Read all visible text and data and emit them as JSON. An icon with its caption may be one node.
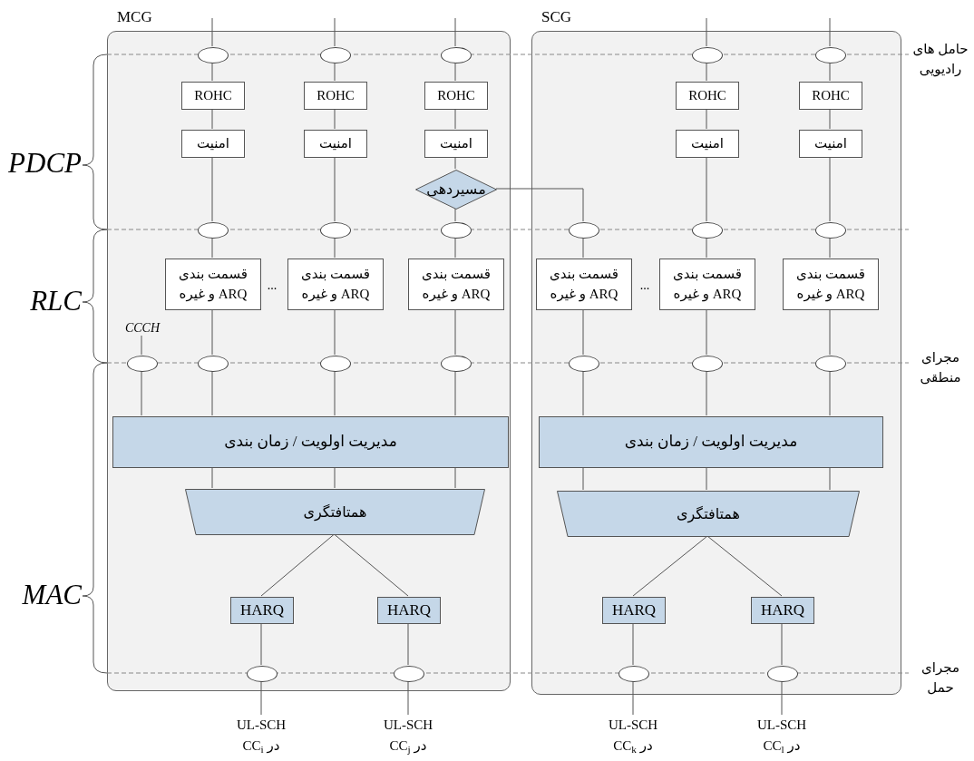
{
  "diagram": {
    "nodes": [
      {
        "text": [
          "MCG"
        ]
      },
      {
        "text": [
          "SCG"
        ]
      },
      {
        "text": [],
        "shape": "ellipse",
        "in": 0
      },
      {
        "text": [
          "ROHC"
        ],
        "in": 0
      },
      {
        "text": [
          "امنیت"
        ],
        "in": 0
      },
      {
        "text": [],
        "shape": "ellipse",
        "in": 0
      },
      {
        "text": [
          "قسمت بندی ARQ و غیره"
        ],
        "in": 0
      },
      {
        "text": [],
        "shape": "ellipse",
        "in": 0
      },
      {
        "text": [],
        "shape": "ellipse",
        "in": 0
      },
      {
        "text": [
          "ROHC"
        ],
        "in": 0
      },
      {
        "text": [
          "امنیت"
        ],
        "in": 0
      },
      {
        "text": [],
        "shape": "ellipse",
        "in": 0
      },
      {
        "text": [
          "قسمت بندی ARQ و غیره"
        ],
        "in": 0
      },
      {
        "text": [],
        "shape": "ellipse",
        "in": 0
      },
      {
        "text": [],
        "shape": "ellipse",
        "in": 0
      },
      {
        "text": [
          "ROHC"
        ],
        "in": 0
      },
      {
        "text": [
          "امنیت"
        ],
        "in": 0
      },
      {
        "text": [
          "مسیردهی"
        ],
        "in": 0
      },
      {
        "text": [],
        "shape": "ellipse",
        "in": 0
      },
      {
        "text": [
          "قسمت بندی ARQ و غیره"
        ],
        "in": 0
      },
      {
        "text": [],
        "shape": "ellipse",
        "in": 0
      },
      {
        "text": [
          "CCCH"
        ],
        "in": 0
      },
      {
        "text": [],
        "shape": "ellipse",
        "in": 0
      },
      {
        "text": [
          "مدیریت اولویت / زمان بندی"
        ],
        "in": 0
      },
      {
        "text": [
          "همتافتگری"
        ],
        "in": 0
      },
      {
        "text": [
          "HARQ"
        ],
        "in": 0
      },
      {
        "text": [
          "HARQ"
        ],
        "in": 0
      },
      {
        "text": [],
        "shape": "ellipse",
        "in": 0
      },
      {
        "text": [],
        "shape": "ellipse",
        "in": 0
      },
      {
        "text": [],
        "shape": "ellipse",
        "in": 1
      },
      {
        "text": [
          "قسمت بندی ARQ و غیره"
        ],
        "in": 1
      },
      {
        "text": [],
        "shape": "ellipse",
        "in": 1
      },
      {
        "text": [],
        "shape": "ellipse",
        "in": 1
      },
      {
        "text": [
          "ROHC"
        ],
        "in": 1
      },
      {
        "text": [
          "امنیت"
        ],
        "in": 1
      },
      {
        "text": [],
        "shape": "ellipse",
        "in": 1
      },
      {
        "text": [
          "قسمت بندی ARQ و غیره"
        ],
        "in": 1
      },
      {
        "text": [],
        "shape": "ellipse",
        "in": 1
      },
      {
        "text": [],
        "shape": "ellipse",
        "in": 1
      },
      {
        "text": [
          "ROHC"
        ],
        "in": 1
      },
      {
        "text": [
          "امنیت"
        ],
        "in": 1
      },
      {
        "text": [],
        "shape": "ellipse",
        "in": 1
      },
      {
        "text": [
          "قسمت بندی ARQ و غیره"
        ],
        "in": 1
      },
      {
        "text": [],
        "shape": "ellipse",
        "in": 1
      },
      {
        "text": [
          "مدیریت اولویت / زمان بندی"
        ],
        "in": 1
      },
      {
        "text": [
          "همتافتگری"
        ],
        "in": 1
      },
      {
        "text": [
          "HARQ"
        ],
        "in": 1
      },
      {
        "text": [
          "HARQ"
        ],
        "in": 1
      },
      {
        "text": [],
        "shape": "ellipse",
        "in": 1
      },
      {
        "text": [],
        "shape": "ellipse",
        "in": 1
      },
      {
        "text": [
          "UL-SCH",
          "در CC$_{i}$"
        ]
      },
      {
        "text": [
          "UL-SCH",
          "در CC$_{j}$"
        ]
      },
      {
        "text": [
          "UL-SCH",
          "در CC$_{k}$"
        ]
      },
      {
        "text": [
          "UL-SCH",
          "در CC$_{l}$"
        ]
      }
    ],
    "edges": [
      {
        "from": null,
        "to": 2,
        "arrow": "none"
      },
      {
        "from": 2,
        "to": 3,
        "arrow": "none"
      },
      {
        "from": 3,
        "to": 4,
        "arrow": "none"
      },
      {
        "from": 4,
        "to": 5,
        "arrow": "none"
      },
      {
        "from": 5,
        "to": 6,
        "arrow": "none"
      },
      {
        "from": 6,
        "to": 7,
        "arrow": "none"
      },
      {
        "from": 7,
        "to": 23,
        "arrow": "none"
      },
      {
        "from": null,
        "to": 8,
        "arrow": "none"
      },
      {
        "from": 8,
        "to": 9,
        "arrow": "none"
      },
      {
        "from": 9,
        "to": 10,
        "arrow": "none"
      },
      {
        "from": 10,
        "to": 11,
        "arrow": "none"
      },
      {
        "from": 11,
        "to": 12,
        "arrow": "none"
      },
      {
        "from": 12,
        "to": 13,
        "arrow": "none"
      },
      {
        "from": 13,
        "to": 23,
        "arrow": "none"
      },
      {
        "from": null,
        "to": 14,
        "arrow": "none"
      },
      {
        "from": 14,
        "to": 15,
        "arrow": "none"
      },
      {
        "from": 15,
        "to": 16,
        "arrow": "none"
      },
      {
        "from": 16,
        "to": 17,
        "arrow": "none"
      },
      {
        "from": 17,
        "to": 18,
        "arrow": "none"
      },
      {
        "from": 18,
        "to": 19,
        "arrow": "none"
      },
      {
        "from": 19,
        "to": 20,
        "arrow": "none"
      },
      {
        "from": 20,
        "to": 23,
        "arrow": "none"
      },
      {
        "from": 17,
        "to": 29,
        "arrow": "none"
      },
      {
        "from": 21,
        "to": 22,
        "arrow": "none"
      },
      {
        "from": 22,
        "to": 23,
        "arrow": "none"
      },
      {
        "from": 23,
        "to": 24,
        "arrow": "none"
      },
      {
        "from": 23,
        "to": 24,
        "arrow": "none"
      },
      {
        "from": 23,
        "to": 24,
        "arrow": "none"
      },
      {
        "from": 24,
        "to": 25,
        "arrow": "none"
      },
      {
        "from": 24,
        "to": 26,
        "arrow": "none"
      },
      {
        "from": 25,
        "to": 27,
        "arrow": "none"
      },
      {
        "from": 26,
        "to": 28,
        "arrow": "none"
      },
      {
        "from": 27,
        "to": 50,
        "arrow": "none"
      },
      {
        "from": 28,
        "to": 51,
        "arrow": "none"
      },
      {
        "from": 29,
        "to": 30,
        "arrow": "none"
      },
      {
        "from": 30,
        "to": 31,
        "arrow": "none"
      },
      {
        "from": 31,
        "to": 44,
        "arrow": "none"
      },
      {
        "from": null,
        "to": 32,
        "arrow": "none"
      },
      {
        "from": 32,
        "to": 33,
        "arrow": "none"
      },
      {
        "from": 33,
        "to": 34,
        "arrow": "none"
      },
      {
        "from": 34,
        "to": 35,
        "arrow": "none"
      },
      {
        "from": 35,
        "to": 36,
        "arrow": "none"
      },
      {
        "from": 36,
        "to": 37,
        "arrow": "none"
      },
      {
        "from": 37,
        "to": 44,
        "arrow": "none"
      },
      {
        "from": null,
        "to": 38,
        "arrow": "none"
      },
      {
        "from": 38,
        "to": 39,
        "arrow": "none"
      },
      {
        "from": 39,
        "to": 40,
        "arrow": "none"
      },
      {
        "from": 40,
        "to": 41,
        "arrow": "none"
      },
      {
        "from": 41,
        "to": 42,
        "arrow": "none"
      },
      {
        "from": 42,
        "to": 43,
        "arrow": "none"
      },
      {
        "from": 43,
        "to": 44,
        "arrow": "none"
      },
      {
        "from": 44,
        "to": 45,
        "arrow": "none"
      },
      {
        "from": 44,
        "to": 45,
        "arrow": "none"
      },
      {
        "from": 44,
        "to": 45,
        "arrow": "none"
      },
      {
        "from": 45,
        "to": 46,
        "arrow": "none"
      },
      {
        "from": 45,
        "to": 47,
        "arrow": "none"
      },
      {
        "from": 46,
        "to": 48,
        "arrow": "none"
      },
      {
        "from": 47,
        "to": 49,
        "arrow": "none"
      },
      {
        "from": 48,
        "to": 52,
        "arrow": "none"
      },
      {
        "from": 49,
        "to": 53,
        "arrow": "none"
      }
    ],
    "labels": [
      "حامل های رادیویی",
      "PDCP",
      "...",
      "RLC",
      "...",
      "مجرای منطقی",
      "MAC",
      "مجرای حمل"
    ]
  }
}
